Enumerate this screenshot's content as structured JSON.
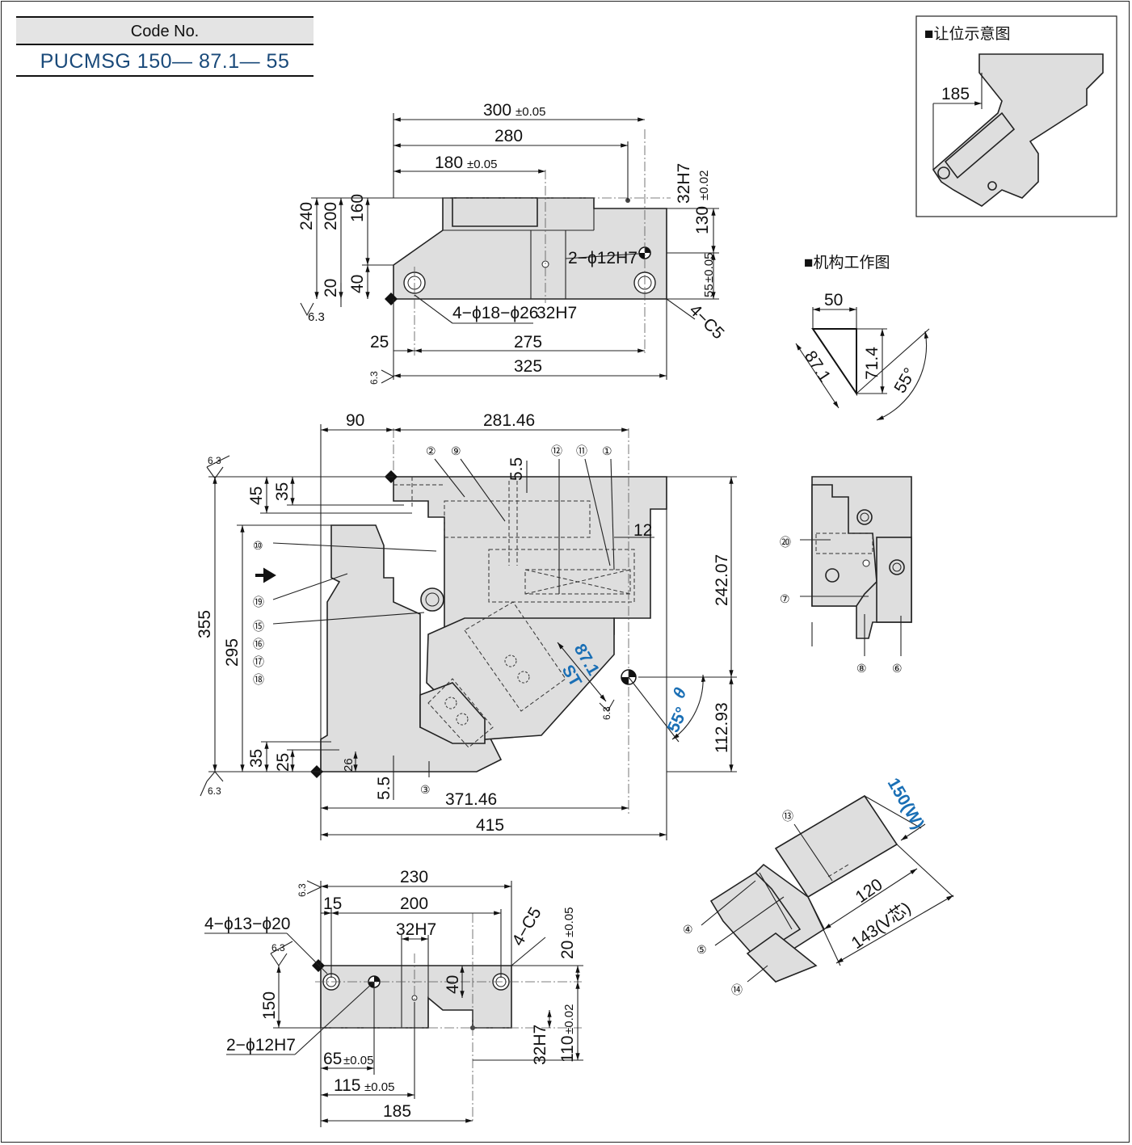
{
  "code_header": "Code No.",
  "code_number": "PUCMSG 150— 87.1— 55",
  "insets": {
    "clearance_title": "■让位示意图",
    "clearance_dim": "185",
    "mechanism_title": "■机构工作图",
    "mech_50": "50",
    "mech_871": "87.1",
    "mech_714": "71.4",
    "mech_55": "55°"
  },
  "top_view": {
    "d300": "300",
    "d300_tol": "±0.05",
    "d280": "280",
    "d180": "180",
    "d180_tol": "±0.05",
    "d32h7_r": "32H7",
    "d130": "130",
    "d130_tol": "±0.02",
    "d240": "240",
    "d200": "200",
    "d160": "160",
    "d40": "40",
    "d20": "20",
    "d2phi12": "2−ϕ12H7",
    "d55": "55",
    "d55_tol": "±0.05",
    "d4phi18": "4−ϕ18−ϕ26",
    "d32h7_b": "32H7",
    "d4c5": "4−C5",
    "d25": "25",
    "d275": "275",
    "d325": "325",
    "rough": "6.3"
  },
  "front_view": {
    "d90": "90",
    "d28146": "281.46",
    "d55": "5.5",
    "d12": "12",
    "d45": "45",
    "d35_top": "35",
    "d355": "355",
    "d295": "295",
    "d24207": "242.07",
    "d11293": "112.93",
    "d871": "87.1",
    "st": "ST",
    "angle": "55°",
    "theta": "θ",
    "d35_bot": "35",
    "d25_bot": "25",
    "d26": "26",
    "d55_bot": "5.5",
    "d37146": "371.46",
    "d415": "415",
    "rough": "6.3",
    "items_top": [
      "②",
      "⑨",
      "⑫",
      "⑪",
      "①"
    ],
    "items_left": [
      "⑩",
      "⑲",
      "⑮",
      "⑯",
      "⑰",
      "⑱"
    ],
    "item_3": "③"
  },
  "side_detail": {
    "items": [
      "⑳",
      "⑦",
      "⑧",
      "⑥"
    ]
  },
  "iso_view": {
    "d150w": "150(W)",
    "d120": "120",
    "d143": "143(V芯)",
    "items": [
      "⑬",
      "④",
      "⑤",
      "⑭"
    ]
  },
  "bottom_view": {
    "d230": "230",
    "d15": "15",
    "d200": "200",
    "d32h7_t": "32H7",
    "d4phi13": "4−ϕ13−ϕ20",
    "d4c5": "4−C5",
    "d20": "20",
    "d20_tol": "±0.05",
    "d40": "40",
    "d150": "150",
    "d2phi12": "2−ϕ12H7",
    "d65": "65",
    "d65_tol": "±0.05",
    "d115": "115",
    "d115_tol": "±0.05",
    "d185": "185",
    "d32h7_r": "32H7",
    "d110": "110",
    "d110_tol": "±0.02",
    "rough": "6.3"
  }
}
